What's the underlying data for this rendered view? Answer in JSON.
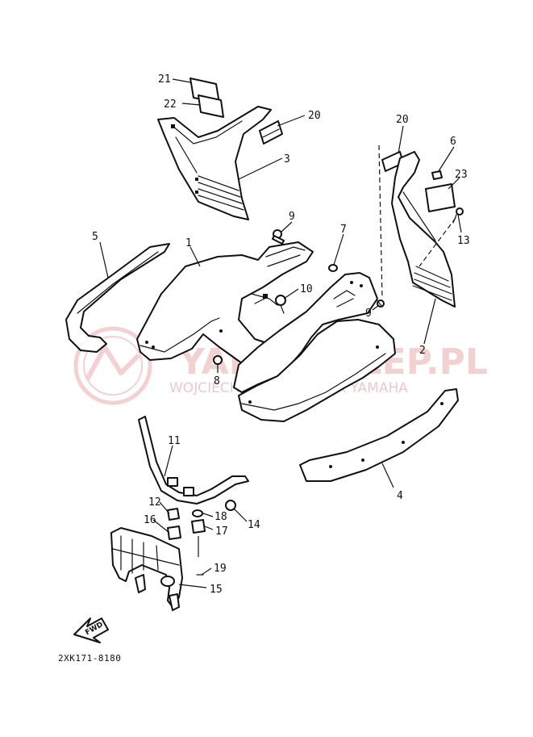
{
  "diagram": {
    "catalog_code": "2XK171-8180",
    "forward_label": "FWD",
    "watermark": {
      "title": "YAMA-SKLEP.PL",
      "subtitle": "WOJCIECHOWICZ DEALER YAMAHA",
      "color": "#e59a9a"
    },
    "callouts": [
      {
        "id": "c21",
        "label": "21"
      },
      {
        "id": "c22",
        "label": "22"
      },
      {
        "id": "c20a",
        "label": "20"
      },
      {
        "id": "c3",
        "label": "3"
      },
      {
        "id": "c20b",
        "label": "20"
      },
      {
        "id": "c6",
        "label": "6"
      },
      {
        "id": "c23",
        "label": "23"
      },
      {
        "id": "c9a",
        "label": "9"
      },
      {
        "id": "c7",
        "label": "7"
      },
      {
        "id": "c13",
        "label": "13"
      },
      {
        "id": "c5",
        "label": "5"
      },
      {
        "id": "c1",
        "label": "1"
      },
      {
        "id": "c10",
        "label": "10"
      },
      {
        "id": "c9b",
        "label": "9"
      },
      {
        "id": "c2",
        "label": "2"
      },
      {
        "id": "c8",
        "label": "8"
      },
      {
        "id": "c11",
        "label": "11"
      },
      {
        "id": "c4",
        "label": "4"
      },
      {
        "id": "c12",
        "label": "12"
      },
      {
        "id": "c18",
        "label": "18"
      },
      {
        "id": "c16",
        "label": "16"
      },
      {
        "id": "c17",
        "label": "17"
      },
      {
        "id": "c14",
        "label": "14"
      },
      {
        "id": "c19",
        "label": "19"
      },
      {
        "id": "c15",
        "label": "15"
      }
    ]
  }
}
